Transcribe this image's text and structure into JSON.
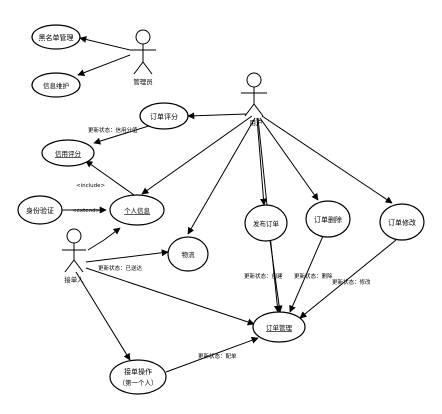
{
  "actors": {
    "admin": "管理员",
    "user": "用户",
    "buyer": "接单人"
  },
  "use_cases": {
    "blacklist": "黑名单管理",
    "info_maintain": "信息维护",
    "order_rating": "订单评分",
    "credit_rating": "信用评分",
    "personal_info": "个人信息",
    "identity": "身份验证",
    "logistics": "物流",
    "publish_order": "发布订单",
    "delete_order": "订单删除",
    "modify_order": "订单修改",
    "order_mgmt": "订单管理",
    "accept_line1": "接单操作",
    "accept_line2": "（第一个人）"
  },
  "relations": {
    "update_credit": "更新状态：信用分值",
    "include": "<include>",
    "extend": "<extend>",
    "update_shipped": "更新状态：已送达",
    "update_create": "更新状态：创建",
    "update_delete": "更新状态：删除",
    "update_modify": "更新状态：修改",
    "update_accept": "更新状态：配单"
  }
}
